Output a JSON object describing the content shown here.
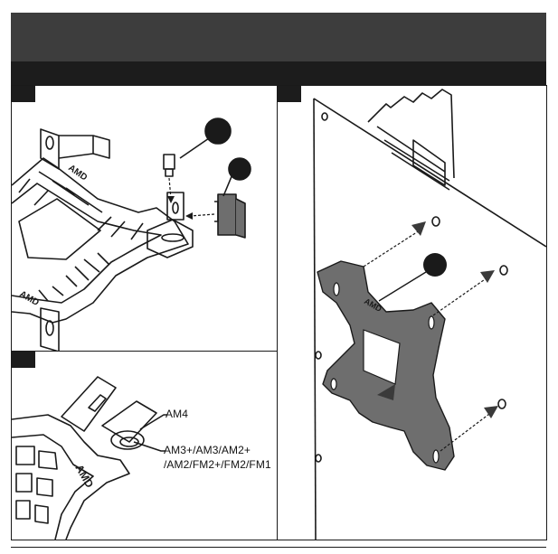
{
  "labels": {
    "am4": "AM4",
    "am3_line1": "AM3+/AM3/AM2+",
    "am3_line2": "/AM2/FM2+/FM2/FM1",
    "amd_mark": "AMD"
  },
  "colors": {
    "header": "#3d3d3d",
    "subheader": "#1c1c1c",
    "bracket_fill": "#6e6e6e",
    "line": "#1a1a1a"
  }
}
